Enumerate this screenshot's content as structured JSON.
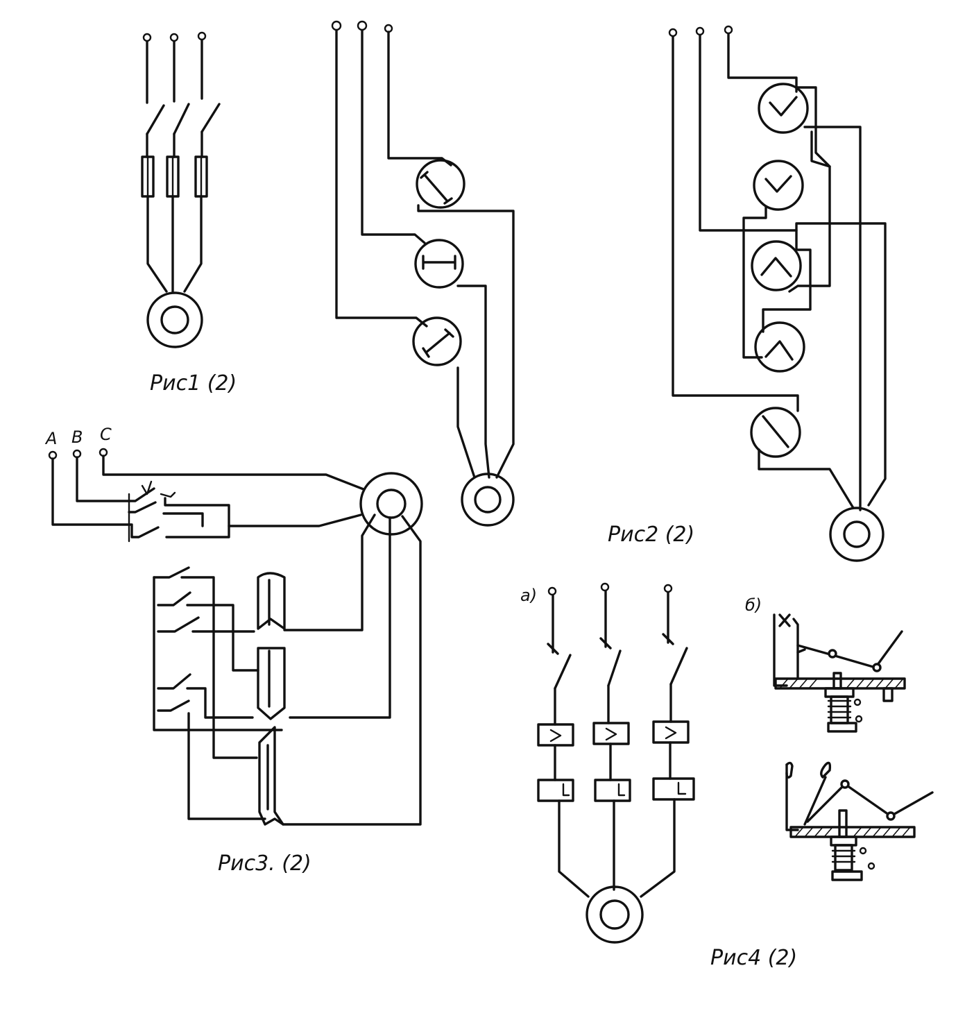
{
  "captions": {
    "fig1": "Рис1 (2)",
    "fig2": "Рис2 (2)",
    "fig3": "Рис3. (2)",
    "fig4": "Рис4 (2)"
  },
  "phase_labels": [
    "A",
    "B",
    "C"
  ],
  "subfigure_labels": {
    "a": "а)",
    "b": "б)"
  }
}
